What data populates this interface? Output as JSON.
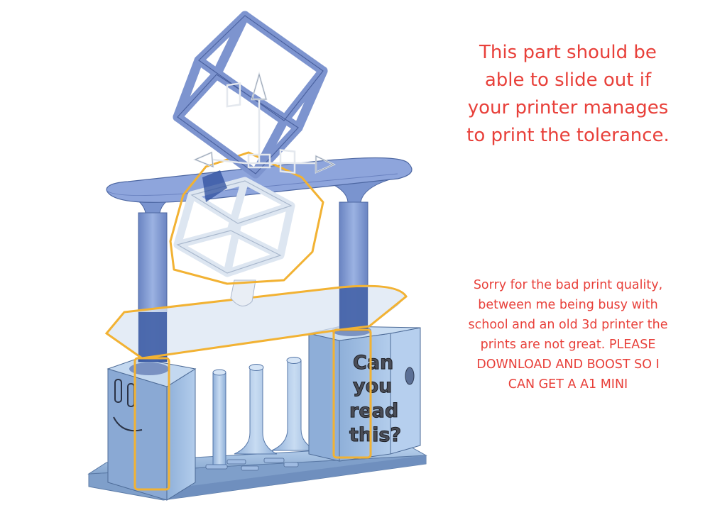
{
  "captions": {
    "top": "This part should be able to slide out if your printer manages to print the tolerance.",
    "bottom": "Sorry for the bad print quality, between me being busy with school and an old 3d printer the prints are not great. PLEASE DOWNLOAD AND BOOST SO I CAN GET A A1 MINI"
  },
  "engraving": {
    "line1": "Can",
    "line2": "you",
    "line3": "read",
    "line4": "this?"
  },
  "colors": {
    "caption": "#e8403a",
    "model_blue": "#7f9ad4",
    "model_light_blue": "#a9c4e8",
    "selection_orange": "#f2b233"
  }
}
